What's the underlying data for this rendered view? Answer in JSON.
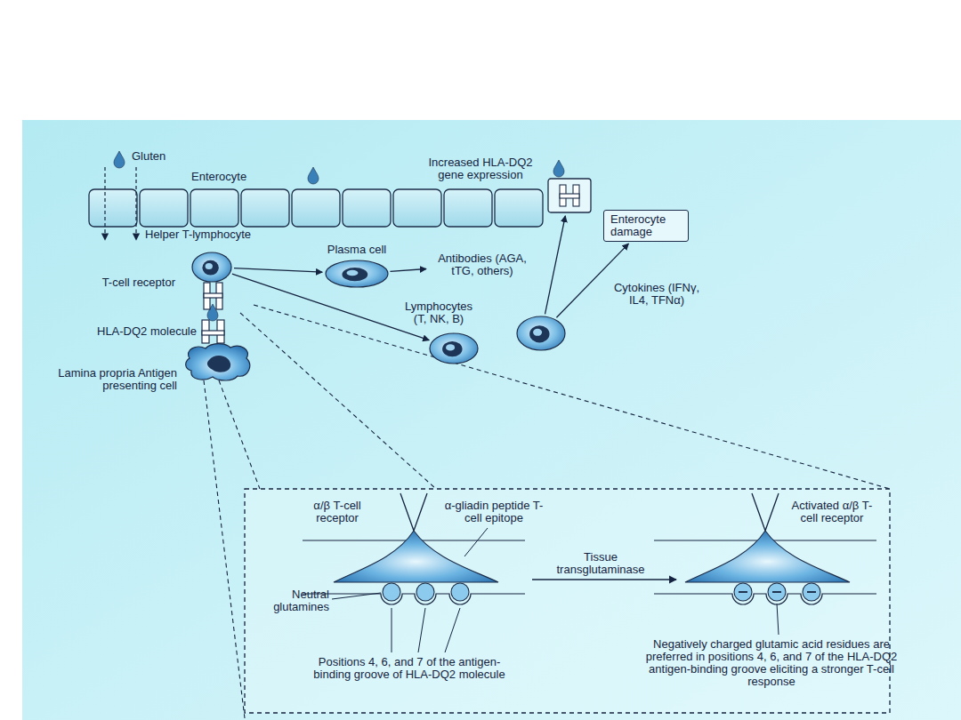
{
  "diagram": {
    "nodes": [
      {
        "text": [
          "Increased HLA-DQ2 gene expression"
        ]
      },
      {
        "text": [
          "Enterocyte damage"
        ]
      },
      {
        "text": [
          "Helper T-lymphocyte"
        ]
      },
      {
        "text": [
          "Plasma cell"
        ]
      },
      {
        "text": [
          "Antibodies (AGA, tTG, others)"
        ]
      },
      {
        "text": [
          "Cytokines (IFNγ, IL4, TFNα)"
        ]
      },
      {
        "text": [
          "Lymphocytes (T, NK, B)"
        ]
      },
      {
        "text": [
          "Lamina propria Antigen presenting cell"
        ]
      }
    ],
    "edges": [
      {
        "from": 2,
        "to": 3,
        "arrow": "to"
      },
      {
        "from": 2,
        "to": 6,
        "arrow": "to"
      },
      {
        "from": 3,
        "to": 4,
        "arrow": "to"
      },
      {
        "from": 5,
        "to": 0,
        "arrow": "to"
      },
      {
        "from": 5,
        "to": 1,
        "arrow": "to"
      }
    ],
    "labels": [
      "Gluten",
      "Enterocyte",
      "T-cell receptor",
      "HLA-DQ2 molecule",
      "α/β T-cell receptor",
      "α-gliadin peptide T-cell epitope",
      "Neutral glutamines",
      "Positions 4, 6, and 7 of the antigen-binding groove of HLA-DQ2 molecule",
      "Tissue transglutaminase",
      "Activated α/β T-cell receptor",
      "Negatively charged glutamic acid residues are preferred in positions 4, 6, and 7 of the HLA-DQ2 antigen-binding groove eliciting a stronger T-cell response"
    ]
  }
}
